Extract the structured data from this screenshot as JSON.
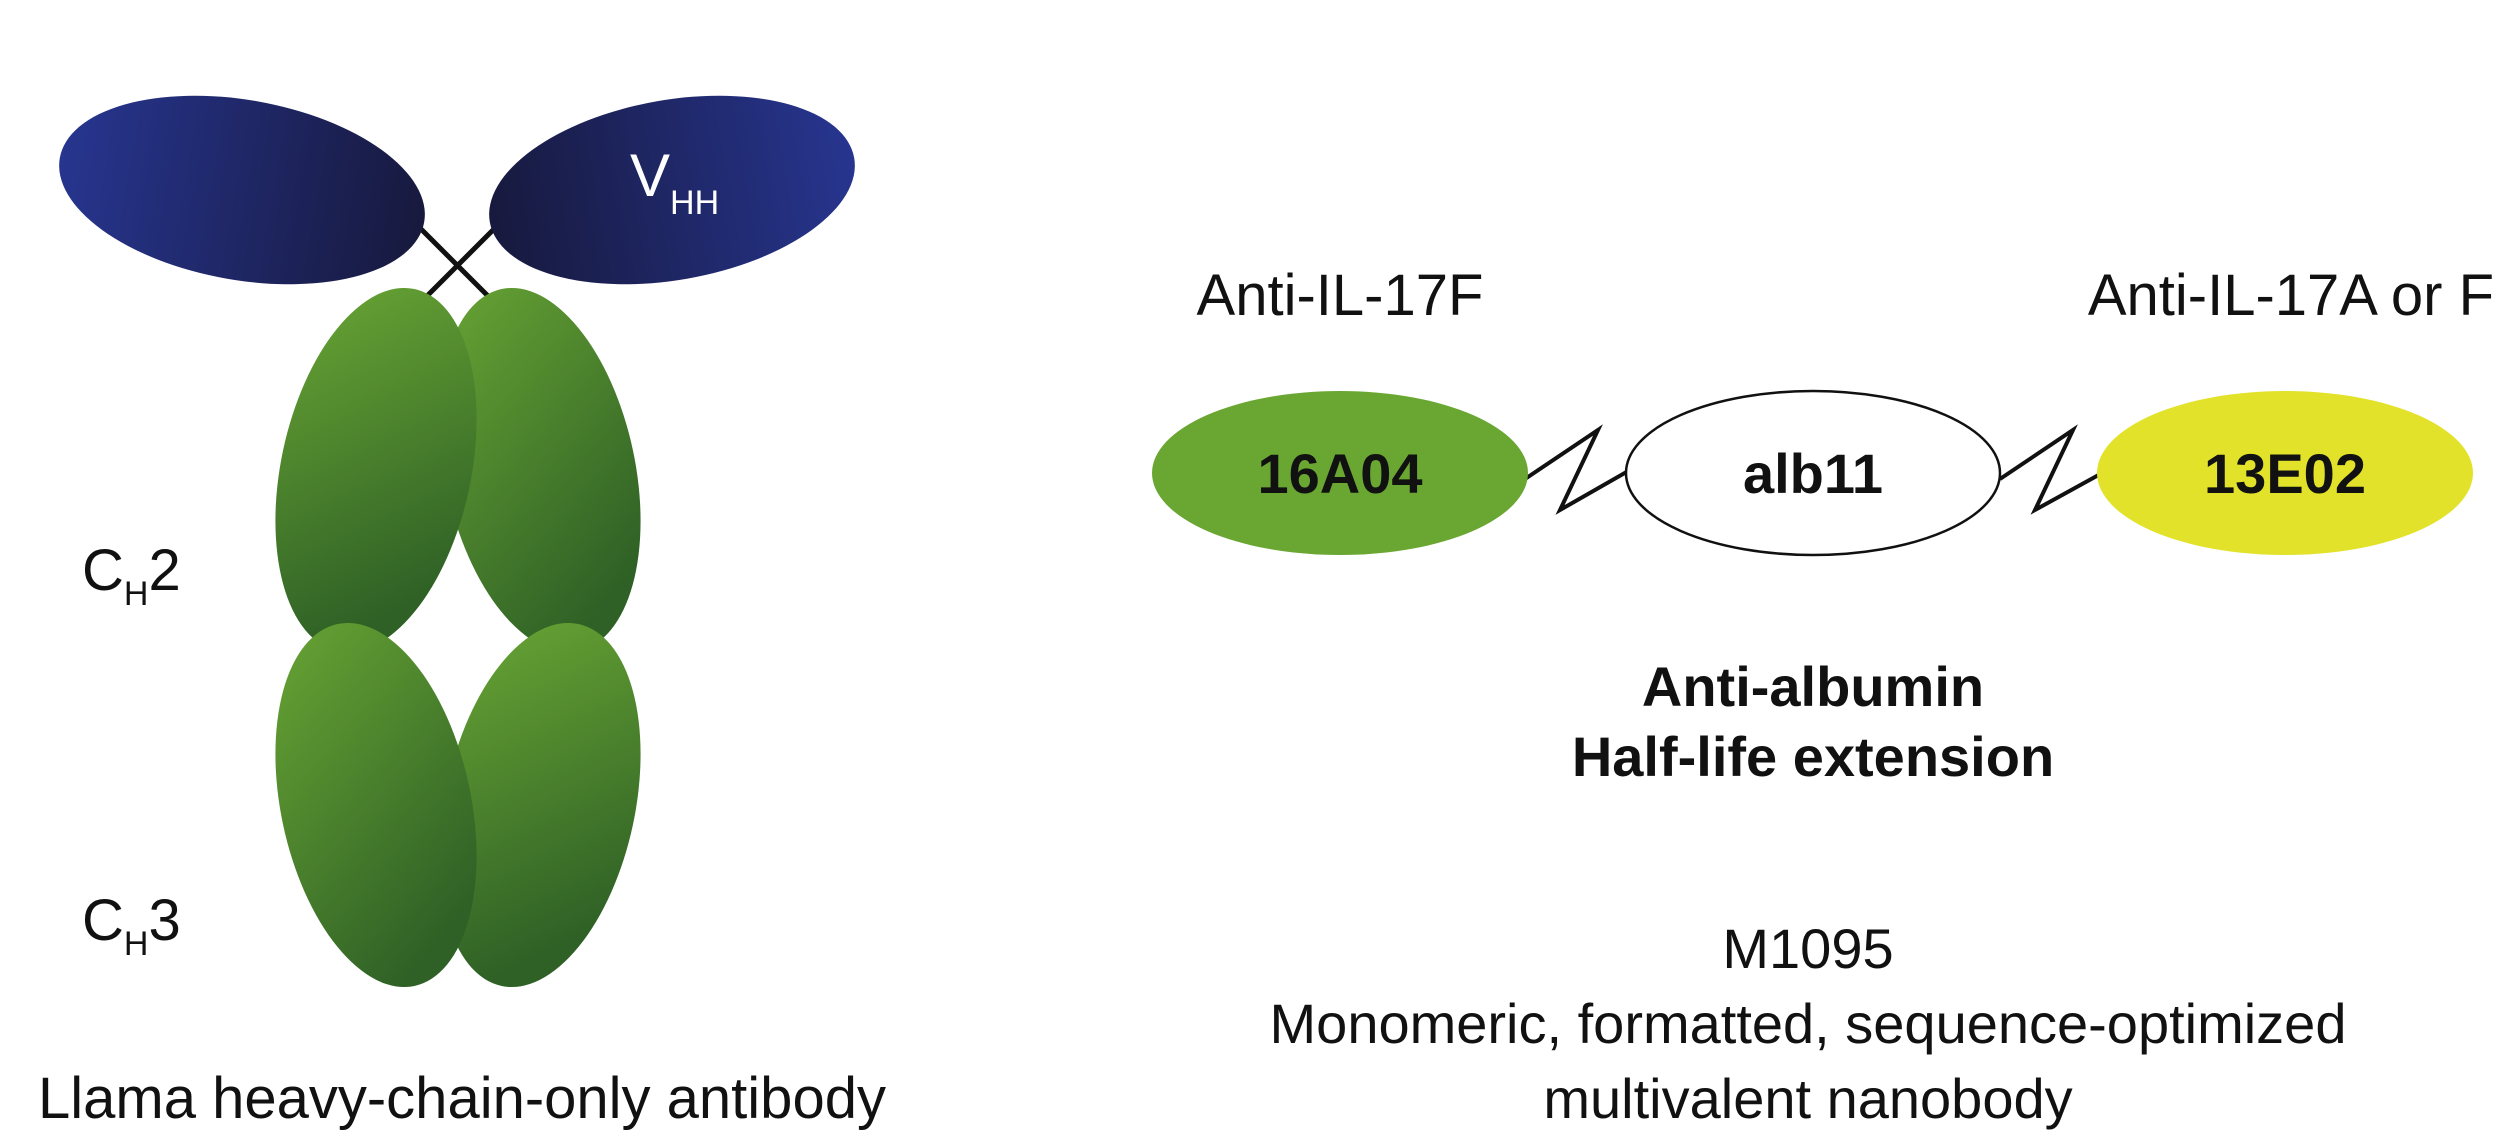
{
  "llama": {
    "vhh_label_main": "V",
    "vhh_label_sub": "HH",
    "ch2_label_main": "C",
    "ch2_label_sub": "H",
    "ch2_label_num": "2",
    "ch3_label_main": "C",
    "ch3_label_sub": "H",
    "ch3_label_num": "3",
    "caption": "Llama heavy-chain-only antibody"
  },
  "nanobody": {
    "left_target": "Anti-IL-17F",
    "right_target": "Anti-IL-17A or F",
    "domain_left": "16A04",
    "domain_center": "alb11",
    "domain_right": "13E02",
    "center_desc_line1": "Anti-albumin",
    "center_desc_line2": "Half-life extension",
    "name": "M1095",
    "desc_line1": "Monomeric, formatted, sequence-optimized",
    "desc_line2": "multivalent nanobody"
  },
  "colors": {
    "vhh_blue": "#1e2a78",
    "ch_green": "#5a9a32",
    "domain_left_green": "#6aa632",
    "domain_right_yellow": "#e2e22a",
    "outline": "#111111"
  }
}
